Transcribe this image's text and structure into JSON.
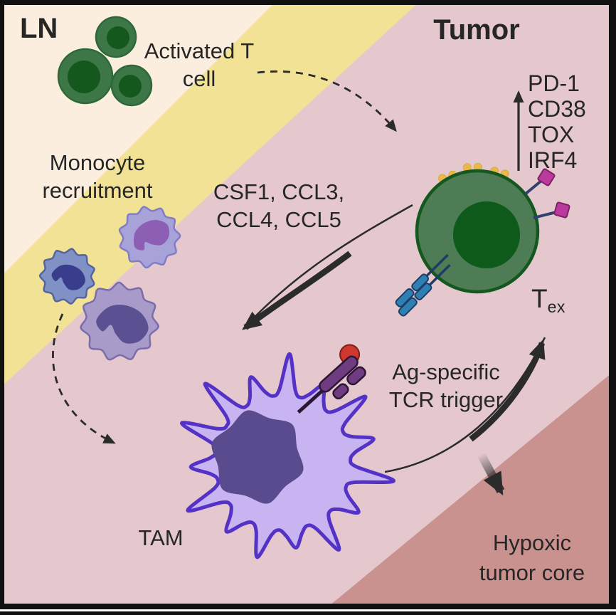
{
  "ln": {
    "label": "LN"
  },
  "tumor": {
    "label": "Tumor"
  },
  "activated_t": {
    "line1": "Activated T",
    "line2": "cell"
  },
  "monocyte": {
    "line1": "Monocyte",
    "line2": "recruitment"
  },
  "chemokines": {
    "line1": "CSF1, CCL3,",
    "line2": "CCL4, CCL5"
  },
  "exhaustion_markers": {
    "items": [
      "PD-1",
      "CD38",
      "TOX",
      "IRF4"
    ]
  },
  "tex": {
    "main": "T",
    "sub": "ex"
  },
  "tcr_trigger": {
    "line1": "Ag-specific",
    "line2": "TCR trigger"
  },
  "tam": {
    "label": "TAM"
  },
  "hypoxic": {
    "line1": "Hypoxic",
    "line2": "tumor core"
  },
  "colors": {
    "cream": "#fbeede",
    "yellow": "#f2e295",
    "pink": "#e4c8ce",
    "rose": "#c9928f",
    "frame": "#111111",
    "text": "#262626",
    "t_cell_body": "#3e7747",
    "t_cell_border": "#2e6839",
    "t_cell_nucleus": "#14581d",
    "tex_body": "#4d7c55",
    "tex_border": "#14571f",
    "tex_nucleus": "#0d5a1b",
    "receptor_gold": "#e0a93c",
    "receptor_gold_fill": "#eab84a",
    "receptor_magenta": "#bb3a9d",
    "receptor_magenta_border": "#7c2164",
    "stalk_navy": "#303f6e",
    "tcr_blue": "#2e7fb2",
    "tcr_navy": "#1f3c66",
    "tam_body": "#c8b4f1",
    "tam_outline": "#5532c6",
    "tam_nucleus": "#5a4a8e",
    "mono_blue_body": "#8092c5",
    "mono_blue_edge": "#55639f",
    "mono_blue_nucleus": "#3a3c8c",
    "mono_lavender_body": "#a7a3d9",
    "mono_lavender_edge": "#817cc4",
    "mono_lavender_nucleus": "#8d5fb4",
    "mono_purple_body": "#a89bc9",
    "mono_purple_edge": "#7b6cab",
    "mono_purple_nucleus": "#5b5092",
    "mhc_purple": "#6f3c82",
    "mhc_outline": "#2d1634",
    "antigen_red": "#ce382e",
    "arrow_black": "#2b2b2b"
  }
}
